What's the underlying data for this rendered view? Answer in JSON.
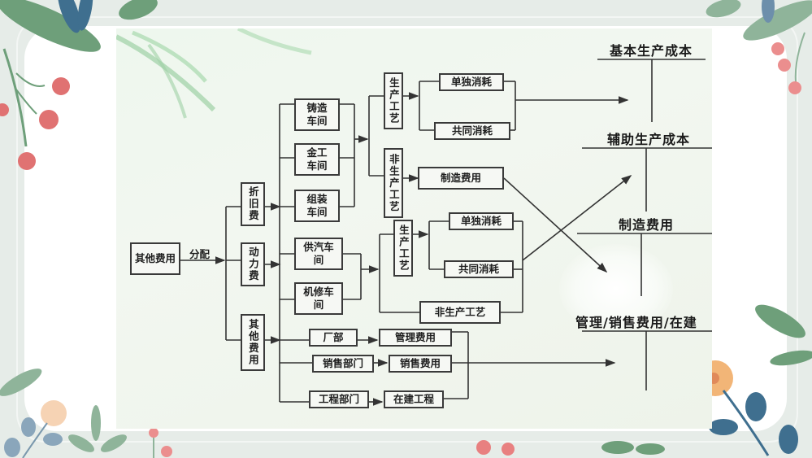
{
  "diagram": {
    "source": {
      "label": "其他费用"
    },
    "allocate_label": "分配",
    "categories": [
      {
        "id": "depreciation",
        "label": "折旧费"
      },
      {
        "id": "power",
        "label": "动力费"
      },
      {
        "id": "other",
        "label": "其他费用"
      }
    ],
    "workshops": {
      "basic": [
        {
          "label": "铸造车间",
          "line1": "铸造",
          "line2": "车间"
        },
        {
          "label": "金工车间",
          "line1": "金工",
          "line2": "车间"
        },
        {
          "label": "组装车间",
          "line1": "组装",
          "line2": "车间"
        }
      ],
      "auxiliary": [
        {
          "label": "供汽车间",
          "line1": "供汽车",
          "line2": "间"
        },
        {
          "label": "机修车间",
          "line1": "机修车",
          "line2": "间"
        }
      ]
    },
    "basic_branch": {
      "production_process": "生产工艺",
      "non_production_process": "非生产工艺",
      "single_consumption": "单独消耗",
      "joint_consumption": "共同消耗",
      "manufacturing_overhead": "制造费用"
    },
    "auxiliary_branch": {
      "production_process": "生产工艺",
      "single_consumption": "单独消耗",
      "joint_consumption": "共同消耗",
      "non_production_process": "非生产工艺"
    },
    "departments": [
      {
        "dept": "厂部",
        "expense": "管理费用"
      },
      {
        "dept": "销售部门",
        "expense": "销售费用"
      },
      {
        "dept": "工程部门",
        "expense": "在建工程"
      }
    ],
    "accounts": [
      {
        "label": "基本生产成本"
      },
      {
        "label": "辅助生产成本"
      },
      {
        "label": "制造费用"
      },
      {
        "label": "管理/销售费用/在建"
      }
    ]
  },
  "colors": {
    "line": "#333333",
    "box_border": "#3a3a3a",
    "canvas_bg": "#eef6ee",
    "outer_bg": "#e6ece8"
  }
}
